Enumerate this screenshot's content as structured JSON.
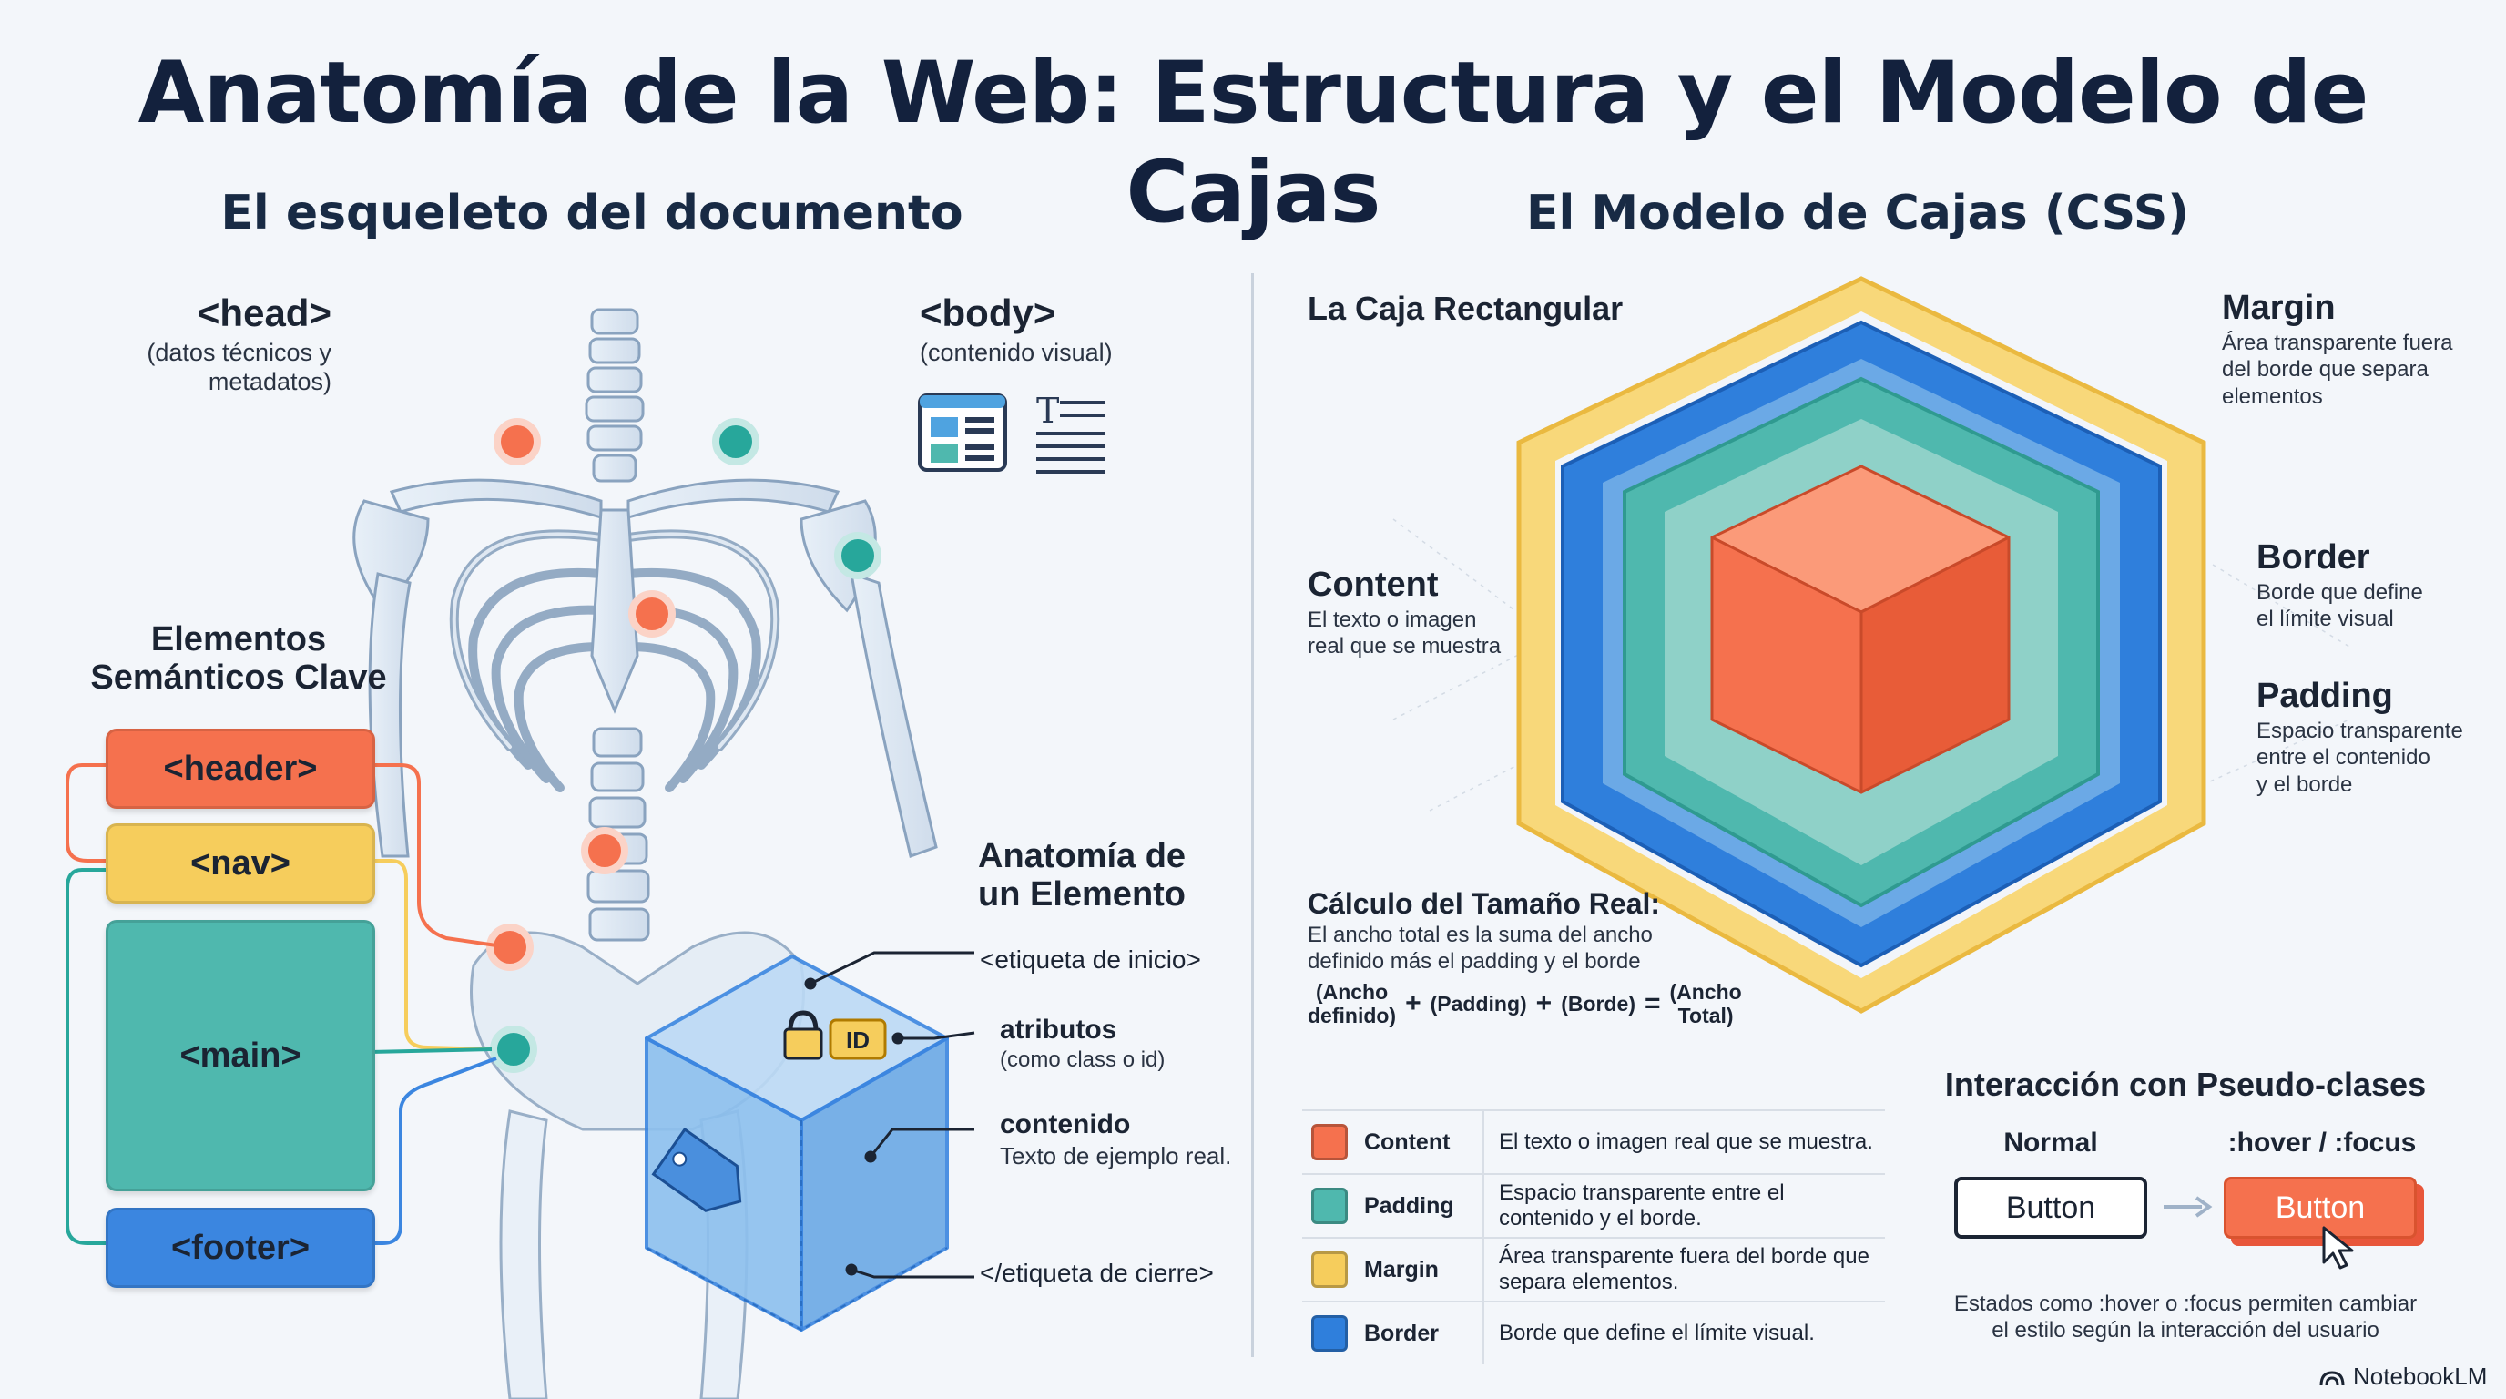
{
  "title": "Anatomía de la Web: Estructura y el Modelo de Cajas",
  "left": {
    "section_title": "El esqueleto del documento",
    "head": {
      "tag": "<head>",
      "desc": "(datos técnicos y metadatos)"
    },
    "body": {
      "tag": "<body>",
      "desc": "(contenido visual)"
    },
    "semantic": {
      "title_line1": "Elementos",
      "title_line2": "Semánticos Clave",
      "items": [
        "<header>",
        "<nav>",
        "<main>",
        "<footer>"
      ]
    },
    "element": {
      "title_line1": "Anatomía de",
      "title_line2": "un Elemento",
      "id_badge": "ID",
      "start_tag": "<etiqueta de inicio>",
      "attributes": "atributos",
      "attributes_desc": "(como class o id)",
      "content": "contenido",
      "content_desc": "Texto de ejemplo real.",
      "end_tag": "</etiqueta de cierre>"
    }
  },
  "right": {
    "section_title": "El Modelo de Cajas (CSS)",
    "box_title": "La Caja Rectangular",
    "margin": {
      "title": "Margin",
      "desc": [
        "Área transparente fuera",
        "del borde que separa",
        "elementos"
      ]
    },
    "border": {
      "title": "Border",
      "desc": [
        "Borde que define",
        "el límite visual"
      ]
    },
    "padding": {
      "title": "Padding",
      "desc": [
        "Espacio transparente",
        "entre el contenido",
        "y el borde"
      ]
    },
    "content": {
      "title": "Content",
      "desc": [
        "El texto o imagen",
        "real que se muestra"
      ]
    },
    "calc": {
      "title": "Cálculo del Tamaño Real:",
      "desc": [
        "El ancho total es la suma del ancho",
        "definido más el padding y el borde"
      ],
      "formula": {
        "t1a": "(Ancho",
        "t1b": "definido)",
        "plus1": "+",
        "t2": "(Padding)",
        "plus2": "+",
        "t3": "(Borde)",
        "eq": "=",
        "t4a": "(Ancho",
        "t4b": "Total)"
      }
    },
    "legend": [
      {
        "name": "Content",
        "desc": "El texto o imagen real que se muestra.",
        "color": "#f5714e"
      },
      {
        "name": "Padding",
        "desc": "Espacio transparente entre el contenido y el borde.",
        "color": "#4fb8ae"
      },
      {
        "name": "Margin",
        "desc": "Área transparente fuera del borde que separa elementos.",
        "color": "#f6cd5c"
      },
      {
        "name": "Border",
        "desc": "Borde que define el límite visual.",
        "color": "#2f7fdc"
      }
    ],
    "pseudo": {
      "title": "Interacción con Pseudo-clases",
      "normal_label": "Normal",
      "hover_label": ":hover / :focus",
      "button_label": "Button",
      "note_line1": "Estados como :hover o :focus permiten cambiar",
      "note_line2": "el estilo según la interacción del usuario"
    }
  },
  "brand": "NotebookLM",
  "colors": {
    "header": "#f5714e",
    "nav": "#f6cd5c",
    "main": "#4fb8ae",
    "footer": "#3b86e0",
    "accent_orange": "#f5714e",
    "accent_teal": "#27a79b"
  }
}
